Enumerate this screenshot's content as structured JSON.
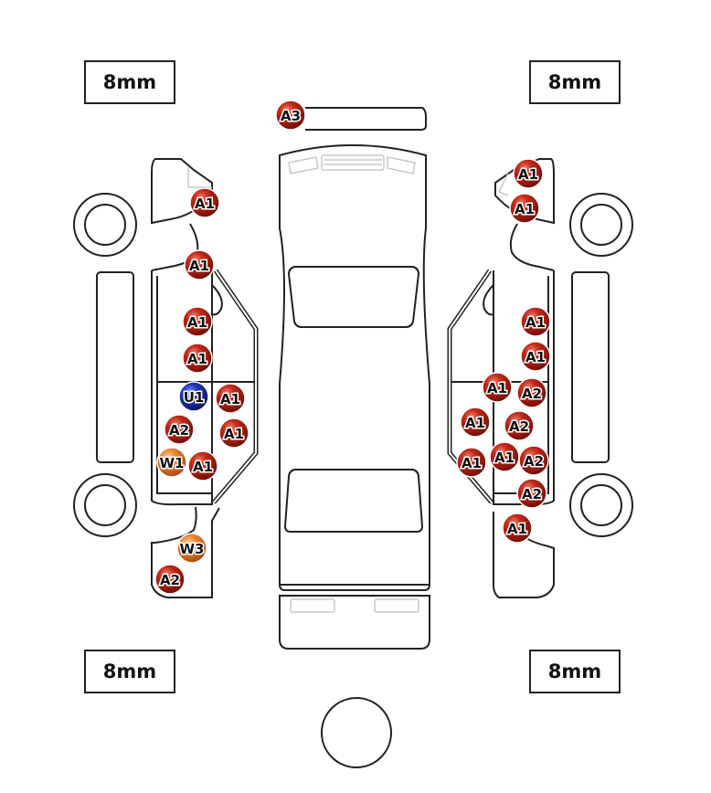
{
  "diagram": {
    "title": "Vehicle condition / damage map",
    "tread_depth": {
      "front_left": "8mm",
      "front_right": "8mm",
      "rear_left": "8mm",
      "rear_right": "8mm"
    },
    "marker_colors": {
      "A": "#b01c10",
      "W": "#e0782a",
      "U": "#1a2aa0"
    },
    "markers": [
      {
        "panel": "roof-front-edge",
        "code": "A3",
        "kind": "A"
      },
      {
        "panel": "left-front-fender",
        "code": "A1",
        "kind": "A"
      },
      {
        "panel": "left-front-fender-lower",
        "code": "A1",
        "kind": "A"
      },
      {
        "panel": "left-front-door",
        "code": "A1",
        "kind": "A"
      },
      {
        "panel": "left-front-door-lower",
        "code": "A1",
        "kind": "A"
      },
      {
        "panel": "left-rear-door-hidden",
        "code": "A1",
        "kind": "A"
      },
      {
        "panel": "left-rear-door-hidden-2",
        "code": "A1",
        "kind": "A"
      },
      {
        "panel": "left-rear-door",
        "code": "U1",
        "kind": "U"
      },
      {
        "panel": "left-rear-door",
        "code": "A2",
        "kind": "A"
      },
      {
        "panel": "left-rear-door-lower-hidden",
        "code": "A1",
        "kind": "A"
      },
      {
        "panel": "left-rear-door-lower",
        "code": "W1",
        "kind": "W"
      },
      {
        "panel": "left-rear-quarter",
        "code": "W3",
        "kind": "W"
      },
      {
        "panel": "left-rear-quarter-lower",
        "code": "A2",
        "kind": "A"
      },
      {
        "panel": "right-front-fender-top",
        "code": "A1",
        "kind": "A"
      },
      {
        "panel": "right-front-fender",
        "code": "A1",
        "kind": "A"
      },
      {
        "panel": "right-front-door-1",
        "code": "A1",
        "kind": "A"
      },
      {
        "panel": "right-front-door-2",
        "code": "A1",
        "kind": "A"
      },
      {
        "panel": "right-front-door-3",
        "code": "A1",
        "kind": "A"
      },
      {
        "panel": "right-rear-door-hidden",
        "code": "A2",
        "kind": "A"
      },
      {
        "panel": "right-rear-door-hidden-2",
        "code": "A2",
        "kind": "A"
      },
      {
        "panel": "right-rear-door-hidden-3",
        "code": "A1",
        "kind": "A"
      },
      {
        "panel": "right-rear-door-1",
        "code": "A2",
        "kind": "A"
      },
      {
        "panel": "right-rear-door-2",
        "code": "A1",
        "kind": "A"
      },
      {
        "panel": "right-rear-door-3",
        "code": "A1",
        "kind": "A"
      },
      {
        "panel": "right-rear-door-4",
        "code": "A2",
        "kind": "A"
      },
      {
        "panel": "right-rear-quarter",
        "code": "A1",
        "kind": "A"
      }
    ]
  }
}
